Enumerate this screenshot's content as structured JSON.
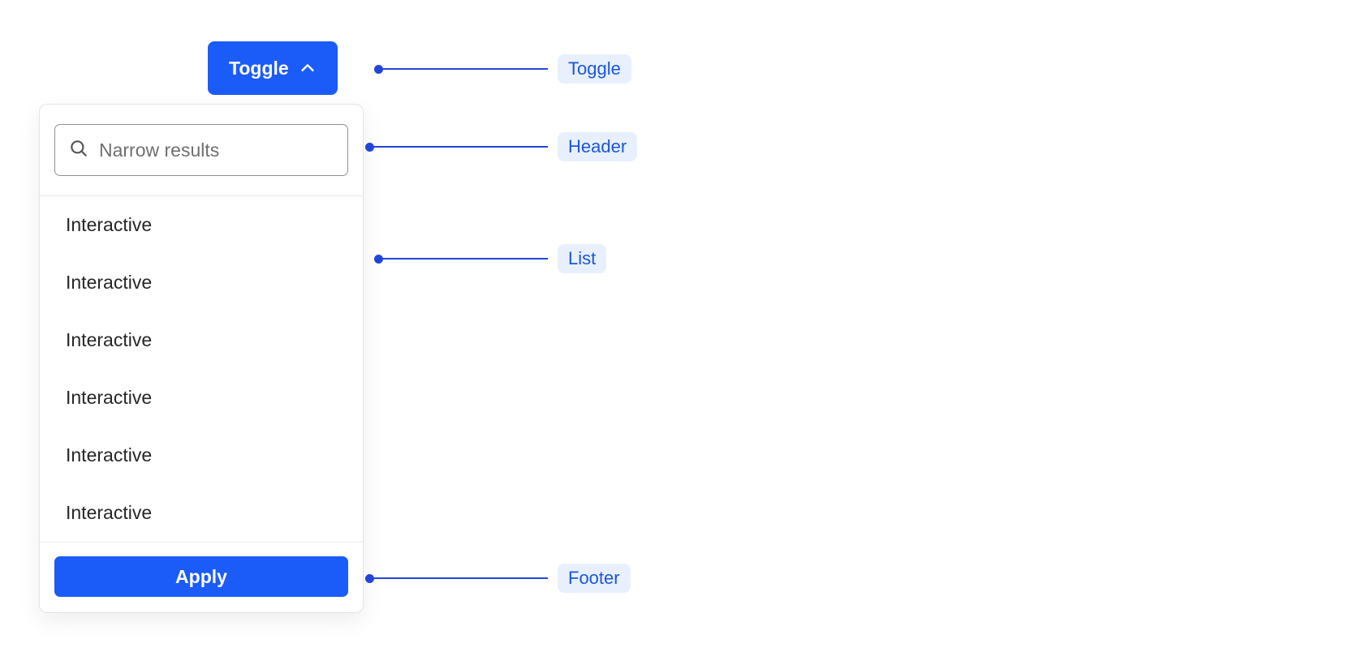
{
  "colors": {
    "accent_blue": "#1b5bf8",
    "annotation_line": "#2145d8",
    "annotation_pill_bg": "#e8f0fd",
    "annotation_pill_text": "#1a56db"
  },
  "icons": {
    "toggle": "chevron-up-icon",
    "search": "search-icon"
  },
  "toggle": {
    "label": "Toggle"
  },
  "dropdown": {
    "search": {
      "placeholder": "Narrow results",
      "value": ""
    },
    "items": [
      {
        "label": "Interactive"
      },
      {
        "label": "Interactive"
      },
      {
        "label": "Interactive"
      },
      {
        "label": "Interactive"
      },
      {
        "label": "Interactive"
      },
      {
        "label": "Interactive"
      }
    ],
    "footer": {
      "apply_label": "Apply"
    }
  },
  "annotations": [
    {
      "label": "Toggle"
    },
    {
      "label": "Header"
    },
    {
      "label": "List"
    },
    {
      "label": "Footer"
    }
  ]
}
